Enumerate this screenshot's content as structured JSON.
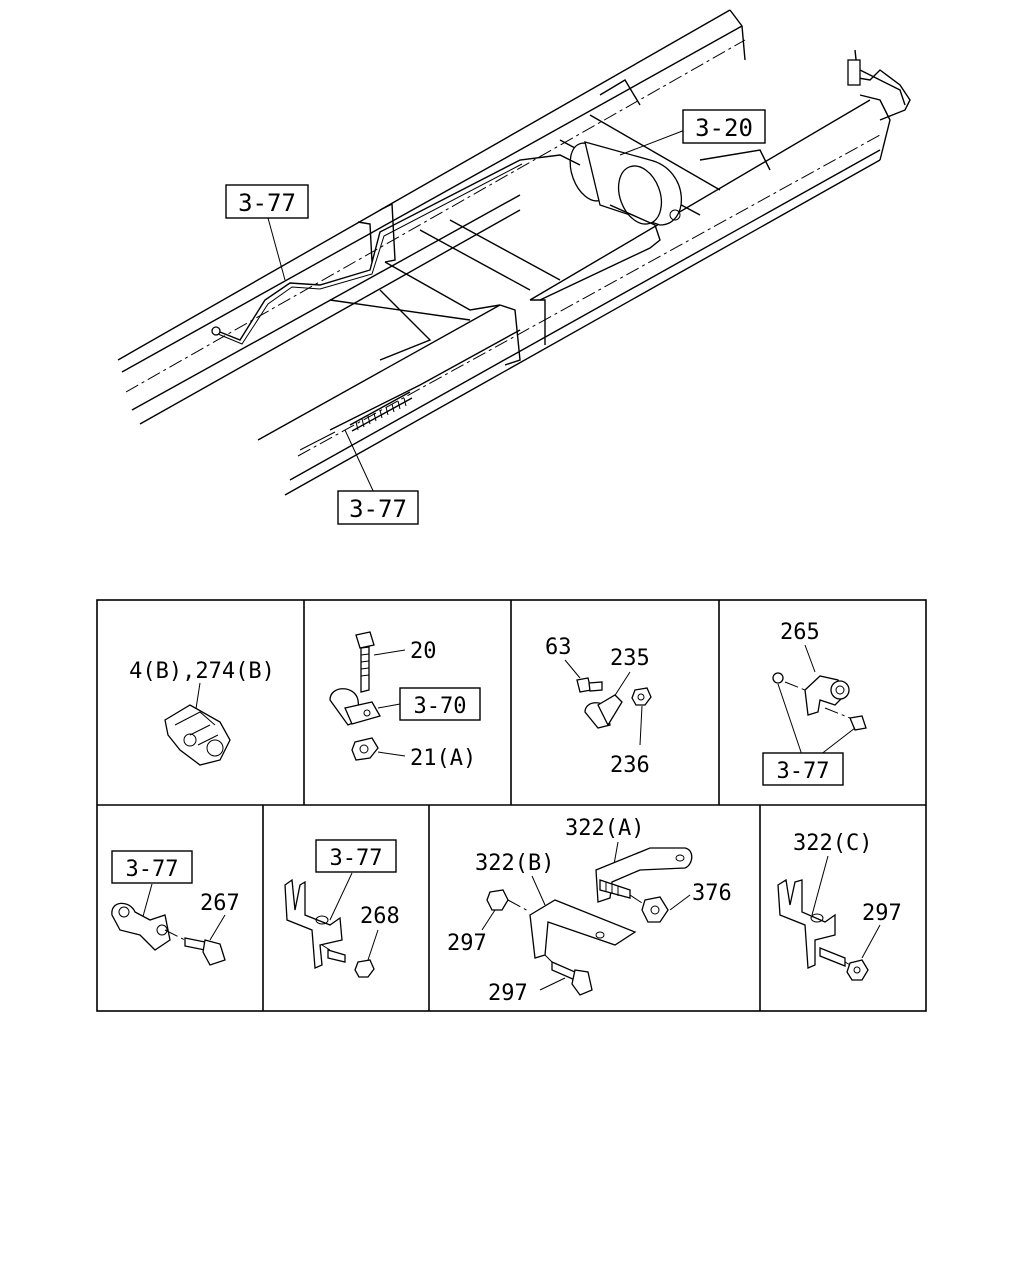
{
  "main_view": {
    "refs": {
      "upper_left": "3-77",
      "tank": "3-20",
      "lower": "3-77"
    }
  },
  "parts_table": {
    "row1": [
      {
        "labels": [
          "4(B),274(B)"
        ]
      },
      {
        "labels": [
          "20",
          "3-70",
          "21(A)"
        ]
      },
      {
        "labels": [
          "63",
          "235",
          "236"
        ]
      },
      {
        "labels": [
          "265",
          "3-77"
        ]
      }
    ],
    "row2": [
      {
        "labels": [
          "3-77",
          "267"
        ]
      },
      {
        "labels": [
          "3-77",
          "268"
        ]
      },
      {
        "labels": [
          "322(A)",
          "322(B)",
          "297",
          "297",
          "376"
        ]
      },
      {
        "labels": [
          "322(C)",
          "297"
        ]
      }
    ]
  }
}
